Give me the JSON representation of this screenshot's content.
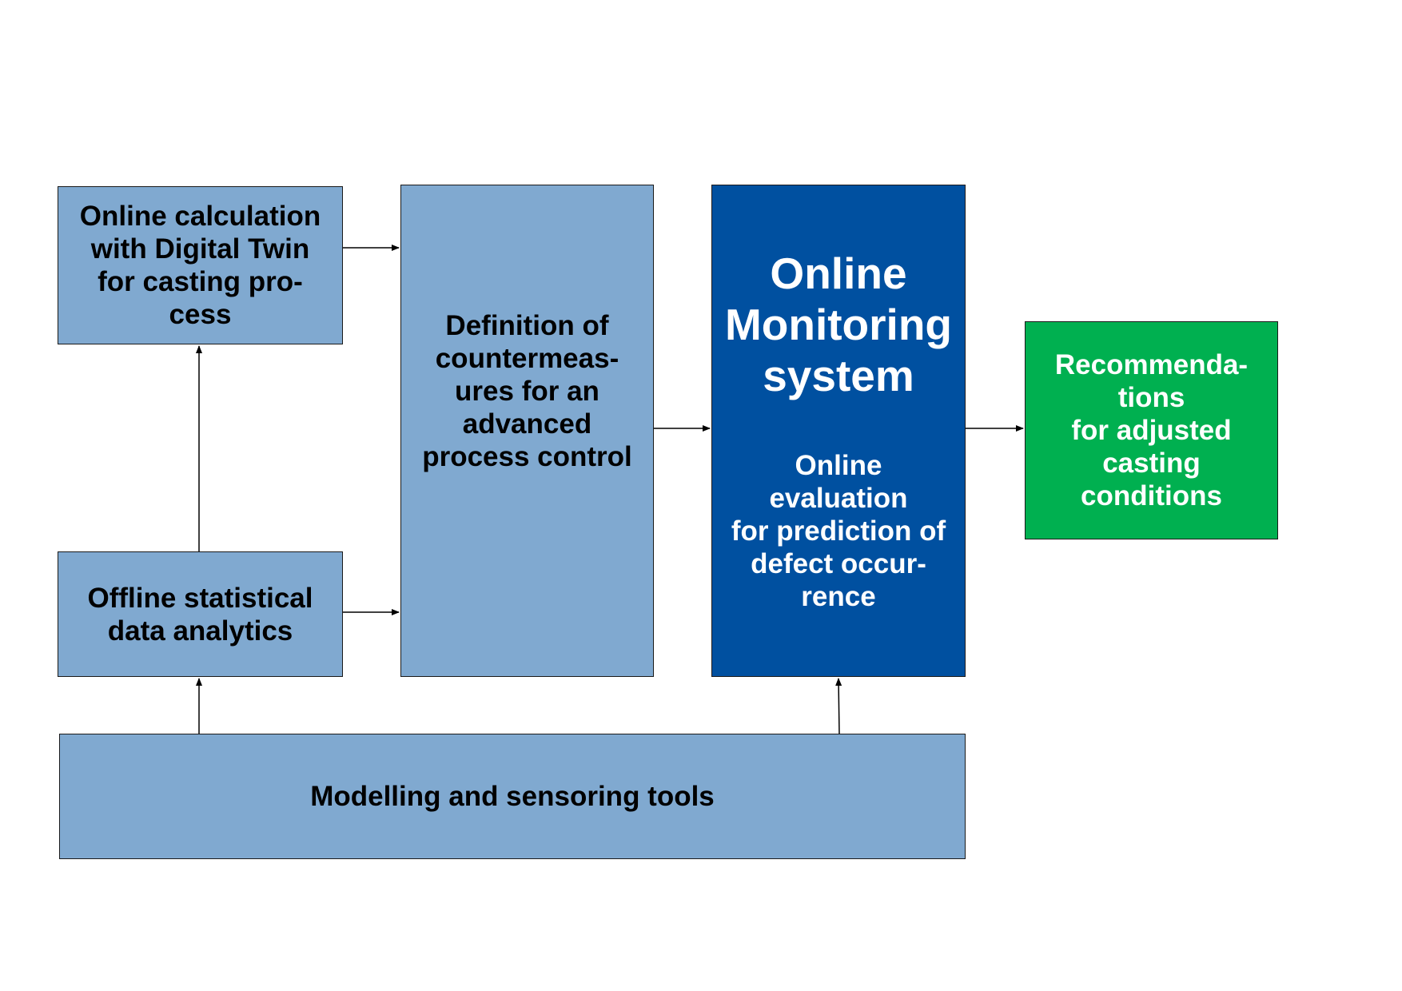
{
  "diagram": {
    "boxes": {
      "digital_twin": "Online calculation\nwith Digital Twin\nfor casting pro-\ncess",
      "offline_analytics": "Offline statistical\ndata analytics",
      "countermeasures": "Definition of\ncountermeas-\nures for an\nadvanced\nprocess control",
      "monitoring_title": "Online\nMonitoring\nsystem",
      "monitoring_subtitle": "Online\nevaluation\nfor prediction of\ndefect occur-\nrence",
      "recommendations": "Recommenda-\ntions\nfor adjusted\ncasting\nconditions",
      "modelling": "Modelling and sensoring tools"
    },
    "colors": {
      "light_box": "#80a9d0",
      "dark_box": "#0050a0",
      "green_box": "#00b050",
      "arrow": "#000000"
    },
    "connections": [
      {
        "from": "digital_twin",
        "to": "countermeasures"
      },
      {
        "from": "offline_analytics",
        "to": "countermeasures"
      },
      {
        "from": "offline_analytics",
        "to": "digital_twin"
      },
      {
        "from": "modelling",
        "to": "offline_analytics"
      },
      {
        "from": "modelling",
        "to": "monitoring"
      },
      {
        "from": "countermeasures",
        "to": "monitoring"
      },
      {
        "from": "monitoring",
        "to": "recommendations"
      }
    ]
  }
}
